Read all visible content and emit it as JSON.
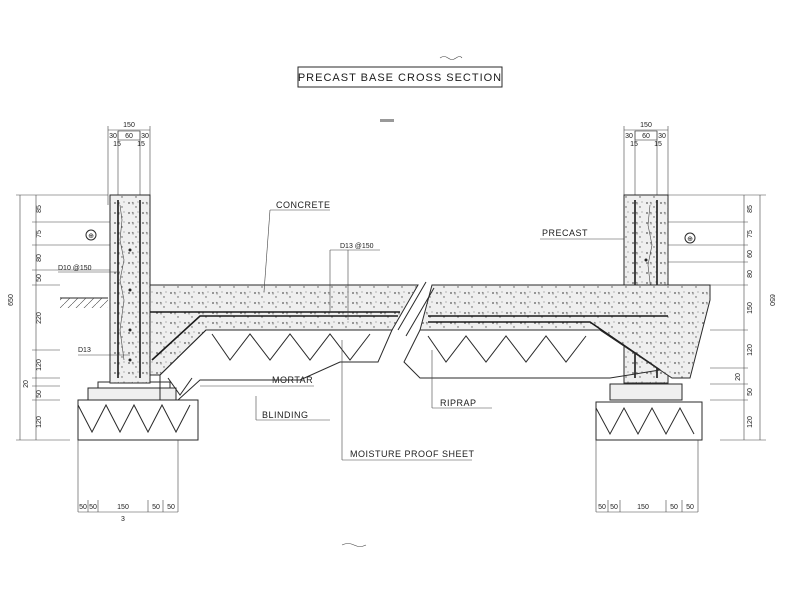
{
  "title": "PRECAST BASE CROSS SECTION",
  "labels": {
    "concrete": "CONCRETE",
    "precast": "PRECAST",
    "rebar_main": "D13 @150",
    "rebar_wall": "D10 @150",
    "rebar_left": "D13",
    "mortar": "MORTAR",
    "blinding": "BLINDING",
    "moisture": "MOISTURE PROOF SHEET",
    "riprap": "RIPRAP",
    "marker_left": "⊕",
    "marker_right": "⊕"
  },
  "left_top_dims": {
    "total": "150",
    "parts": [
      "30",
      "60",
      "30"
    ],
    "sub": [
      "15",
      "15"
    ]
  },
  "right_top_dims": {
    "total": "150",
    "parts": [
      "30",
      "60",
      "30"
    ],
    "sub": [
      "15",
      "15"
    ]
  },
  "left_side_dims": {
    "total": "650",
    "parts": [
      "85",
      "75",
      "80",
      "50",
      "220",
      "120",
      "20",
      "50",
      "120"
    ]
  },
  "right_side_dims": {
    "total": "650",
    "parts": [
      "85",
      "75",
      "60",
      "80",
      "150",
      "120",
      "20",
      "50",
      "120"
    ]
  },
  "left_bottom_dims": {
    "parts": [
      "50",
      "50",
      "150",
      "50",
      "50"
    ],
    "sub": "3"
  },
  "right_bottom_dims": {
    "parts": [
      "50",
      "50",
      "150",
      "50",
      "50"
    ]
  }
}
